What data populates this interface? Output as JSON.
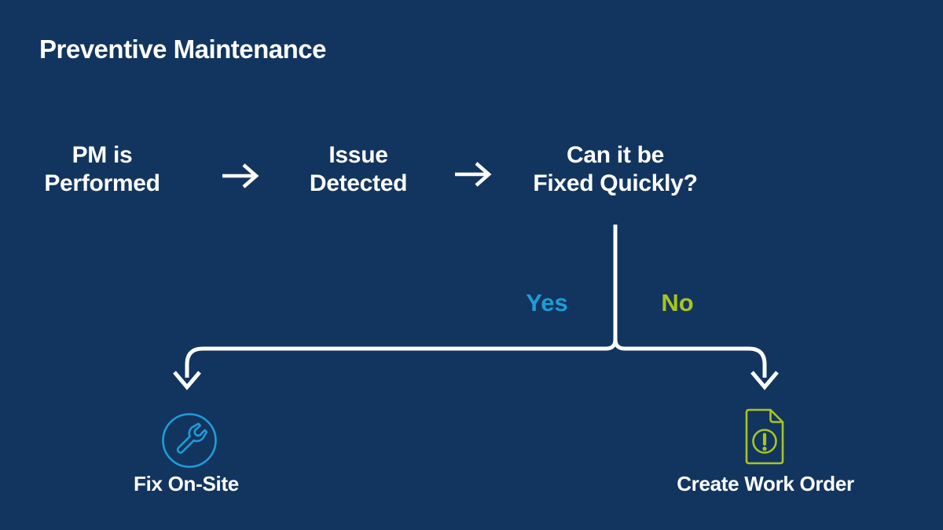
{
  "title": "Preventive Maintenance",
  "colors": {
    "background": "#12355F",
    "line": "#FFFFFF",
    "yes": "#1E9CD7",
    "no": "#A8C422"
  },
  "flow": {
    "steps": [
      {
        "label": "PM is\nPerformed"
      },
      {
        "label": "Issue\nDetected"
      },
      {
        "label": "Can it be\nFixed Quickly?"
      }
    ]
  },
  "decision": {
    "yes_label": "Yes",
    "no_label": "No",
    "yes_outcome": {
      "label": "Fix On-Site",
      "icon": "wrench-circle-icon"
    },
    "no_outcome": {
      "label": "Create Work Order",
      "icon": "work-order-document-icon"
    }
  }
}
